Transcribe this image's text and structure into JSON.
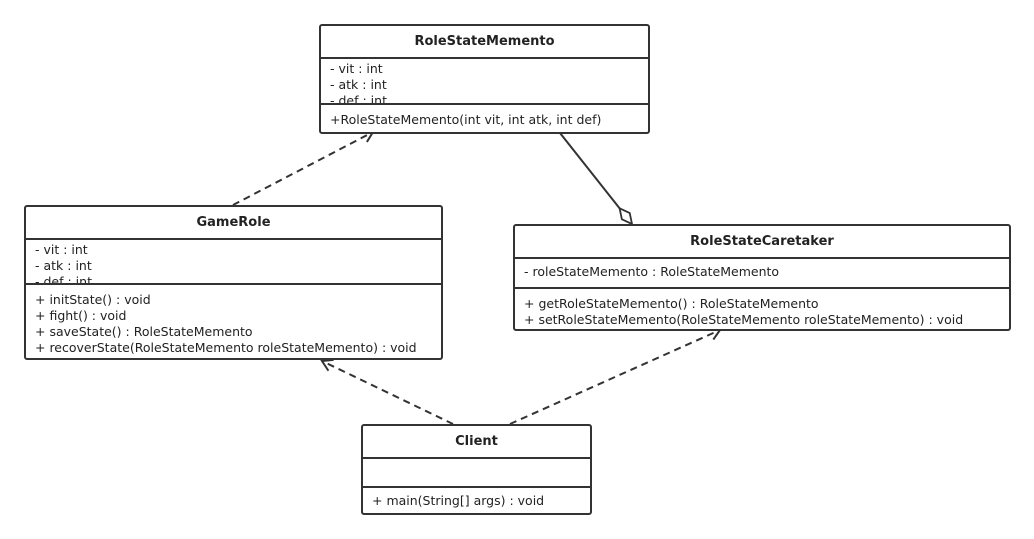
{
  "classes": {
    "memento": {
      "name": "RoleStateMemento",
      "attributes": [
        "- vit : int",
        "- atk : int",
        "- def : int"
      ],
      "operations": [
        "+RoleStateMemento(int vit, int atk, int def)"
      ]
    },
    "gamerole": {
      "name": "GameRole",
      "attributes": [
        "- vit : int",
        "- atk : int",
        "- def : int"
      ],
      "operations": [
        "+ initState() : void",
        "+ fight() : void",
        "+ saveState() : RoleStateMemento",
        "+ recoverState(RoleStateMemento roleStateMemento) : void"
      ]
    },
    "caretaker": {
      "name": "RoleStateCaretaker",
      "attributes": [
        "- roleStateMemento : RoleStateMemento"
      ],
      "operations": [
        "+ getRoleStateMemento() : RoleStateMemento",
        "+ setRoleStateMemento(RoleStateMemento roleStateMemento) : void"
      ]
    },
    "client": {
      "name": "Client",
      "attributes": [],
      "operations": [
        "+ main(String[] args) : void"
      ]
    }
  },
  "relationships": [
    {
      "from": "gamerole",
      "to": "memento",
      "type": "dependency"
    },
    {
      "from": "memento",
      "to": "caretaker",
      "type": "aggregation"
    },
    {
      "from": "client",
      "to": "gamerole",
      "type": "dependency"
    },
    {
      "from": "client",
      "to": "caretaker",
      "type": "dependency"
    }
  ],
  "colors": {
    "stroke": "#333333",
    "background": "#ffffff"
  }
}
